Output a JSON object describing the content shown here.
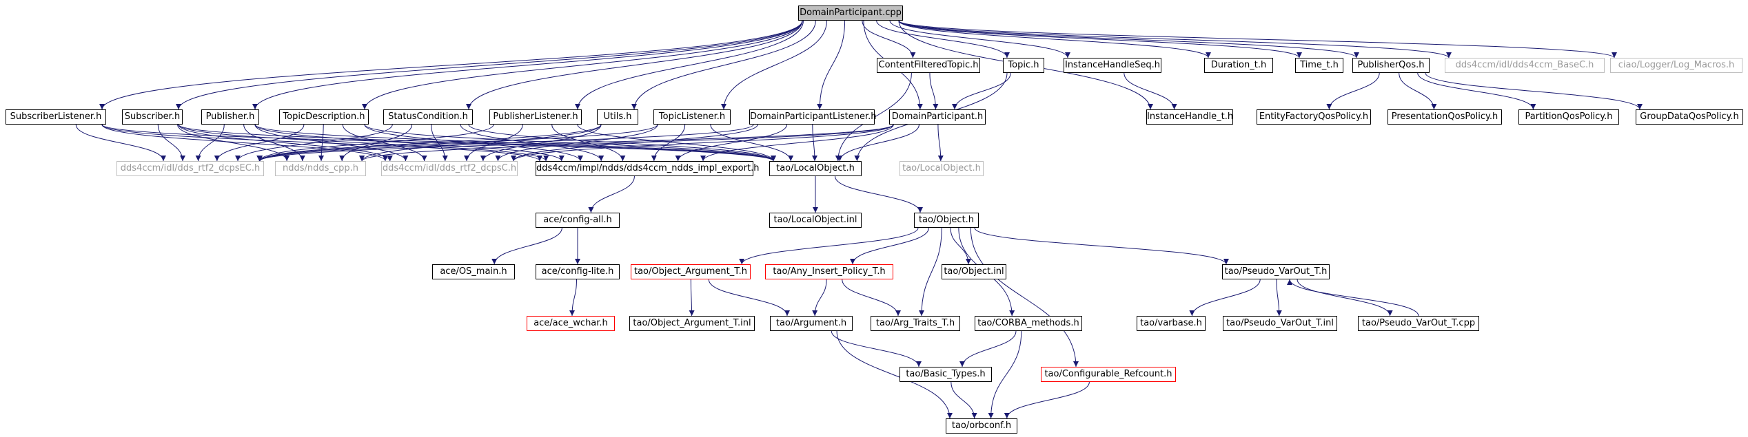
{
  "title": "DomainParticipant.cpp",
  "colors": {
    "edge": "#191970",
    "root_fill": "#bfbfbf",
    "truncated_border": "#ff0000",
    "external_border": "#bfbfbf"
  },
  "nodes": {
    "root": "DomainParticipant.cpp",
    "subscriber_listener": "SubscriberListener.h",
    "subscriber": "Subscriber.h",
    "publisher": "Publisher.h",
    "topic_description": "TopicDescription.h",
    "status_condition": "StatusCondition.h",
    "publisher_listener": "PublisherListener.h",
    "utils": "Utils.h",
    "topic_listener": "TopicListener.h",
    "dp_listener": "DomainParticipantListener.h",
    "content_filtered_topic": "ContentFilteredTopic.h",
    "topic": "Topic.h",
    "domain_participant": "DomainParticipant.h",
    "instance_handle_seq": "InstanceHandleSeq.h",
    "duration": "Duration_t.h",
    "time": "Time_t.h",
    "publisher_qos": "PublisherQos.h",
    "base_c": "dds4ccm/idl/dds4ccm_BaseC.h",
    "log_macros": "ciao/Logger/Log_Macros.h",
    "instance_handle": "InstanceHandle_t.h",
    "entity_factory_qos": "EntityFactoryQosPolicy.h",
    "presentation_qos": "PresentationQosPolicy.h",
    "partition_qos": "PartitionQosPolicy.h",
    "group_data_qos": "GroupDataQosPolicy.h",
    "dcps_ec": "dds4ccm/idl/dds_rtf2_dcpsEC.h",
    "ndds_cpp": "ndds/ndds_cpp.h",
    "dcps_c": "dds4ccm/idl/dds_rtf2_dcpsC.h",
    "ndds_impl_export": "dds4ccm/impl/ndds/dds4ccm_ndds_impl_export.h",
    "tao_local_object": "tao/LocalObject.h",
    "tao_local_object_ext": "tao/LocalObject.h",
    "config_all": "ace/config-all.h",
    "local_object_inl": "tao/LocalObject.inl",
    "tao_object": "tao/Object.h",
    "os_main": "ace/OS_main.h",
    "config_lite": "ace/config-lite.h",
    "object_argument_t": "tao/Object_Argument_T.h",
    "any_insert_policy": "tao/Any_Insert_Policy_T.h",
    "object_inl": "tao/Object.inl",
    "pseudo_varout": "tao/Pseudo_VarOut_T.h",
    "ace_wchar": "ace/ace_wchar.h",
    "object_argument_inl": "tao/Object_Argument_T.inl",
    "argument": "tao/Argument.h",
    "arg_traits": "tao/Arg_Traits_T.h",
    "corba_methods": "tao/CORBA_methods.h",
    "varbase": "tao/varbase.h",
    "pseudo_varout_inl": "tao/Pseudo_VarOut_T.inl",
    "pseudo_varout_cpp": "tao/Pseudo_VarOut_T.cpp",
    "configurable_refcount": "tao/Configurable_Refcount.h",
    "basic_types": "tao/Basic_Types.h",
    "orbconf": "tao/orbconf.h"
  }
}
